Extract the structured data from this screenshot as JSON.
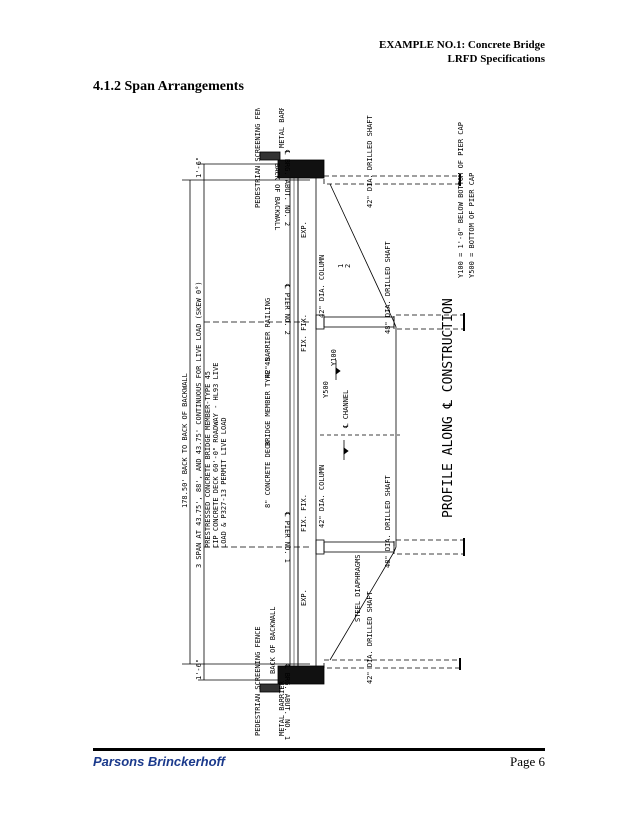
{
  "header": {
    "line1": "EXAMPLE NO.1: Concrete Bridge",
    "line2": "LRFD Specifications"
  },
  "section_title": "4.1.2 Span Arrangements",
  "drawing": {
    "title": "PROFILE ALONG ℄ CONSTRUCTION",
    "overall_dim": "178.50' BACK TO BACK OF BACKWALL",
    "span_note_1": "3 SPAN AT 43.75', 88', AND 43.75' CONTINUOUS FOR LIVE LOAD (SKEW 0°)",
    "span_note_2": "PRESTRESSED CONCRETE BRIDGE MEMBER-TYPE 45",
    "span_note_3": "CIP CONCRETE DECK 60'-0\" ROADWAY - HL93 LIVE",
    "span_note_4": "LOAD & P327-13 PERMIT LIVE LOAD",
    "backwall_dim_top": "1'-6\"",
    "backwall_dim_bottom": "1'-6\"",
    "back_of_backwall_top": "BACK OF BACKWALL",
    "back_of_backwall_bottom": "BACK OF BACKWALL",
    "brg_abut_2": "℄ BRG. ABUT. NO. 2",
    "brg_abut_1": "℄ BRG. ABUT. NO. 1",
    "pier_2": "℄ PIER NO. 2",
    "pier_1": "℄ PIER NO. 1",
    "ped_fence_top": "PEDESTRIAN SCREENING FENCE",
    "metal_barrier_top": "METAL BARRIER",
    "ped_fence_bottom": "PEDESTRIAN SCREENING FENCE",
    "metal_barrier_bottom": "METAL BARRIER",
    "shaft_42_top": "42\" DIA. DRILLED SHAFT",
    "shaft_42_bottom": "42\" DIA. DRILLED SHAFT",
    "shaft_48_top": "48\" DIA. DRILLED SHAFT",
    "shaft_48_bottom": "48\" DIA. DRILLED SHAFT",
    "column_42_top": "42\" DIA. COLUMN",
    "column_42_bottom": "42\" DIA. COLUMN",
    "barrier_railing": "42\" BARRIER RAILING",
    "bridge_member": "BRIDGE MEMBER TYPE 45",
    "concrete_deck": "8\" CONCRETE DECK",
    "channel": "℄ CHANNEL",
    "steel_diaphragms": "STEEL DIAPHRAGMS",
    "exp_top": "EXP.",
    "exp_bottom": "EXP.",
    "fix_fix_top": "FIX. FIX.",
    "fix_fix_bottom": "FIX. FIX.",
    "y100": "Y100",
    "y500": "Y500",
    "slope_1": "1",
    "slope_2": "2",
    "note_y100": "Y100 = 1'-0\" BELOW BOTTOM OF PIER CAP",
    "note_y500": "Y500 = BOTTOM OF PIER CAP"
  },
  "footer": {
    "company": "Parsons Brinckerhoff",
    "page": "Page 6"
  },
  "colors": {
    "footer_company": "#1b3a8c",
    "ink": "#000000"
  }
}
